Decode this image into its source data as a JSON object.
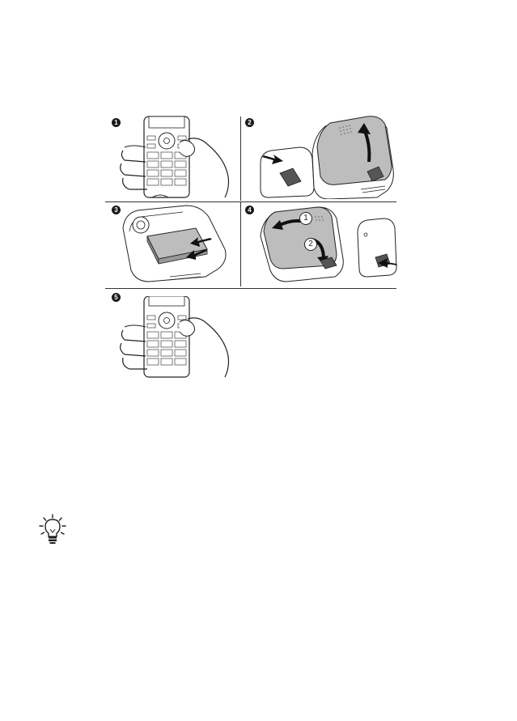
{
  "steps": [
    {
      "number": "1"
    },
    {
      "number": "2"
    },
    {
      "number": "3"
    },
    {
      "number": "4"
    },
    {
      "number": "5"
    }
  ],
  "callouts": {
    "one": "1",
    "two": "2"
  },
  "icons": {
    "tip": "lightbulb-icon"
  }
}
